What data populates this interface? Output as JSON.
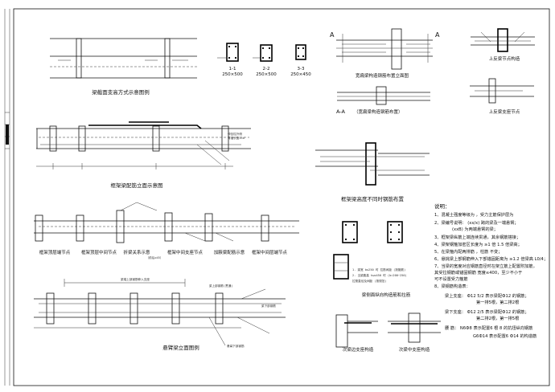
{
  "captions": {
    "haunch_layout": "梁截面变高方式示意图例",
    "sections_1": "1-1",
    "sections_2": "2-2",
    "sections_3": "3-3",
    "section_size_1": "250×500",
    "section_size_2": "250×500",
    "section_size_3": "250×450",
    "wide_beam": "宽扁梁构造钢筋布置立面图",
    "beam_a": "A",
    "beam_a2": "A",
    "aa": "A-A",
    "aa_sub": "（宽扁梁构造钢筋布置）",
    "upper_node": "上反梁节点构造",
    "upper_node_2": "上反梁支座节点",
    "frame_elev": "框架梁配筋立面示意图",
    "diff_height": "框架梁高度不同时钢筋布置",
    "node_a": "框架顶层端节点",
    "node_b": "框架顶层中间节点",
    "node_c": "折梁关系示意",
    "node_c_eq": "（前后≥45）",
    "node_d": "框架中间支座节点",
    "node_e": "加腋梁配筋示意",
    "node_f": "框架中间层端节点",
    "cant": "悬臂梁立面图例",
    "col_detail": "梁侧面纵向构造筋和拉筋",
    "end_a": "次梁边支座构造",
    "end_b": "次梁中支座构造"
  },
  "notes": {
    "title": "说明：",
    "n1": "1、混凝土强度等级为    ，受力主筋保护层为",
    "n2": "2、梁编号说明：   (xx/x) 跨的梁及一端悬臂；",
    "n2b": "(xxB) 为两端悬臂的梁；",
    "n3": "3、框架梁纵筋上端连续贯通，其余钢筋搭接；",
    "n4": "4、梁架钢箍加密区长度为  ≥1 倍  1.5  倍梁高；",
    "n5": "5、在梁箍内配两排筋  ，柱筋  不变；",
    "n6": "6、悬挑梁上部钢筋伸入下部锚固距离为 ≥1.2 倍梁高  L0/4；",
    "n7": "7、当梁的宽度对应钢筋直径时在架立筋上配置附加筋，",
    "n7b": "   其受拉钢筋或锚固钢筋 宽度≤400，至少不小于",
    "n7c": "   可不设置受力箍筋",
    "n8": "8、梁钢筋构造表：",
    "b1": "梁上支座：  Ф12  5/2  表示梁配Ф12 的钢筋；",
    "b1b": "第一排5根，第二排2根",
    "b2": "梁下支座：  Ф12  2/5  表示梁配Ф12 的钢筋；",
    "b2b": "第二排2根，第一排5根",
    "b3": "腰    筋：  N6Ф8   表示配置6 根 8 的抗扭纵向钢筋",
    "b4": "G6Ф14  表示配置6 Ф14 的构造筋"
  },
  "tags": {
    "sec_note": "1. 梁宽 b≤250 时 拉筋间距 (按箍筋)",
    "sec_note2": "2. 当梁腹高 hw≥450 时 (b=200~250)",
    "sec_note3": "拉筋直径及间距 (按规范)",
    "cant_note1": "梁端上部钢筋伸入支座",
    "cant_note2": "梁上部钢筋(贯通)",
    "cant_note3": "梁下部钢筋",
    "cant_note4": "悬臂下部钢筋",
    "cant_dim": "Lab",
    "side_label": "次梁宽",
    "rebar_label": "见标注",
    "frame_note": "伸至柱外侧",
    "frame_note2": "弯锚长度15d",
    "tick_1": "1",
    "tick_2": "2",
    "tick_3": "3"
  }
}
